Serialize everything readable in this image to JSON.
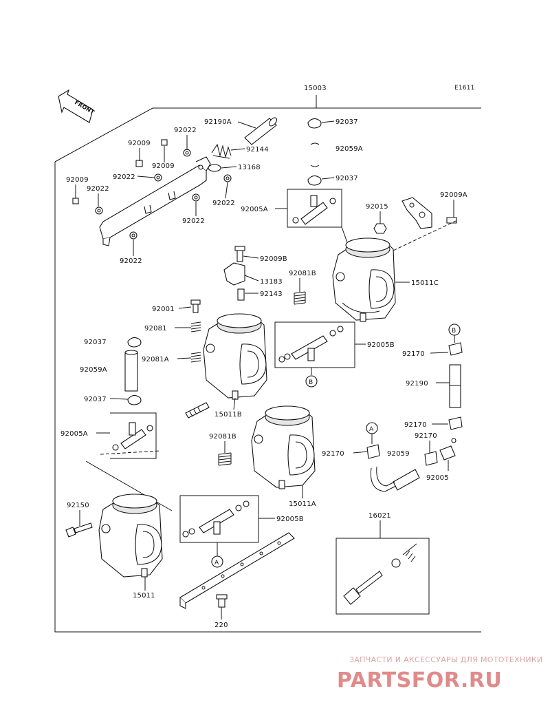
{
  "diagram": {
    "code": "E1611",
    "front_label": "FRONT",
    "callouts": {
      "assembly": "15003",
      "c92190A": "92190A",
      "c92022_a": "92022",
      "c92009_a": "92009",
      "c92009_b": "92009",
      "c92144": "92144",
      "c13168": "13168",
      "c92022_b": "92022",
      "c92009_c": "92009",
      "c92022_c": "92022",
      "c92022_d": "92022",
      "c92022_e": "92022",
      "c92022_f": "92022",
      "c92037_a": "92037",
      "c92059A_a": "92059A",
      "c92037_b": "92037",
      "c92005A_a": "92005A",
      "c92015": "92015",
      "c92009A": "92009A",
      "c92009B": "92009B",
      "c13183": "13183",
      "c92081B_a": "92081B",
      "c92143": "92143",
      "c15011C": "15011C",
      "c92001": "92001",
      "c92081": "92081",
      "c92037_c": "92037",
      "c92081A": "92081A",
      "c92059A_b": "92059A",
      "c92037_d": "92037",
      "c92005B_a": "92005B",
      "c92170_a": "92170",
      "c92190": "92190",
      "c15011B": "15011B",
      "c92005A_b": "92005A",
      "c92081B_b": "92081B",
      "c92170_b": "92170",
      "c92170_c": "92170",
      "c92170_d": "92170",
      "c92059": "92059",
      "c92005": "92005",
      "c15011A": "15011A",
      "c92150": "92150",
      "c92005B_b": "92005B",
      "c16021": "16021",
      "c15011": "15011",
      "c220": "220"
    },
    "markers": {
      "a1": "A",
      "a2": "A",
      "b1": "B",
      "b2": "B"
    }
  },
  "watermark": {
    "tagline": "ЗАПЧАСТИ И АКСЕССУАРЫ ДЛЯ МОТОТЕХНИКИ",
    "brand": "PARTSFOR.RU"
  }
}
